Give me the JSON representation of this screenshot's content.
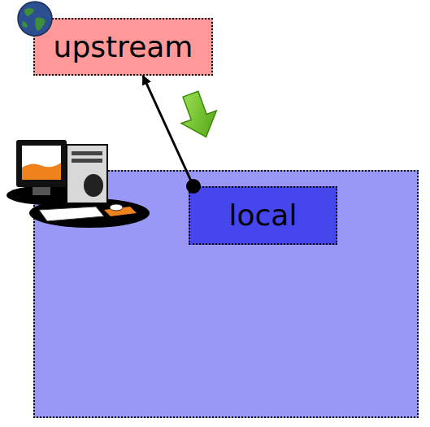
{
  "diagram": {
    "nodes": [
      {
        "text": [
          "upstream"
        ]
      },
      {
        "text": []
      },
      {
        "text": [
          "local"
        ],
        "in": 1
      }
    ],
    "edges": [
      {
        "from": 2,
        "to": 0,
        "arrow": "to"
      }
    ]
  }
}
